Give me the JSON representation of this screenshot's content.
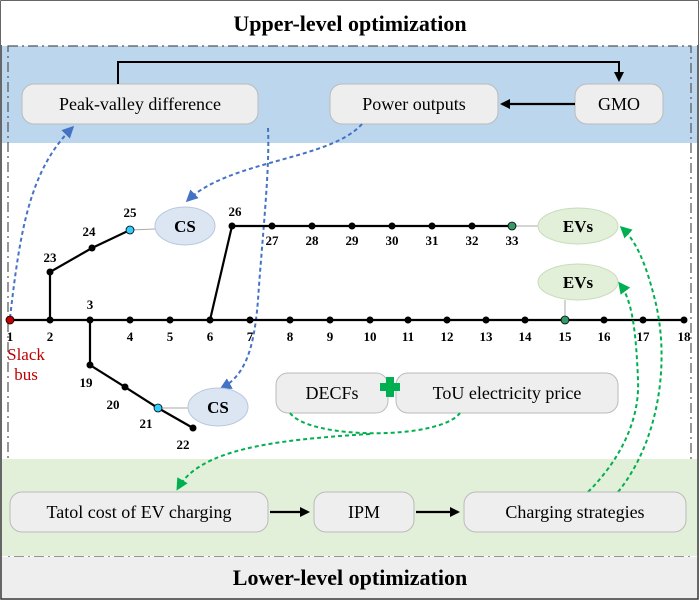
{
  "titles": {
    "upper": "Upper-level optimization",
    "lower": "Lower-level optimization"
  },
  "upper_boxes": {
    "peak_valley": "Peak-valley difference",
    "power_outputs": "Power outputs",
    "gmo": "GMO"
  },
  "middle_boxes": {
    "decfs": "DECFs",
    "tou": "ToU electricity price"
  },
  "lower_boxes": {
    "total_cost": "Tatol cost of EV charging",
    "ipm": "IPM",
    "charging_strategies": "Charging strategies"
  },
  "ellipses": {
    "cs_top": "CS",
    "cs_bottom": "CS",
    "evs_top": "EVs",
    "evs_bottom": "EVs"
  },
  "slack_bus": {
    "line1": "Slack",
    "line2": "bus"
  },
  "bus_labels": {
    "b1": "1",
    "b2": "2",
    "b3": "3",
    "b4": "4",
    "b5": "5",
    "b6": "6",
    "b7": "7",
    "b8": "8",
    "b9": "9",
    "b10": "10",
    "b11": "11",
    "b12": "12",
    "b13": "13",
    "b14": "14",
    "b15": "15",
    "b16": "16",
    "b17": "17",
    "b18": "18",
    "b19": "19",
    "b20": "20",
    "b21": "21",
    "b22": "22",
    "b23": "23",
    "b24": "24",
    "b25": "25",
    "b26": "26",
    "b27": "27",
    "b28": "28",
    "b29": "29",
    "b30": "30",
    "b31": "31",
    "b32": "32",
    "b33": "33"
  },
  "colors": {
    "upper_band": "#bcd6ee",
    "lower_band": "#e2efd9",
    "box_fill": "#eeeeee",
    "ellipse_cs": "#dce6f2",
    "ellipse_evs": "#e2efd9",
    "blue_arrow": "#4472c4",
    "green_arrow": "#00b050",
    "node_cyan": "#33ccff",
    "node_green": "#339966",
    "node_red": "#c00000"
  }
}
